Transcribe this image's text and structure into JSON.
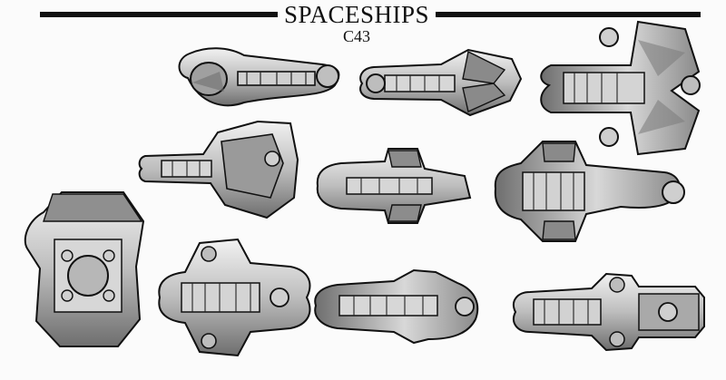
{
  "header": {
    "title": "SPACESHIPS",
    "code": "C43"
  },
  "models": [
    {
      "name": "ship-1"
    },
    {
      "name": "ship-2"
    },
    {
      "name": "ship-3"
    },
    {
      "name": "ship-4"
    },
    {
      "name": "ship-5"
    },
    {
      "name": "ship-6"
    },
    {
      "name": "ship-7"
    },
    {
      "name": "ship-8"
    },
    {
      "name": "ship-9"
    },
    {
      "name": "ship-10"
    }
  ],
  "colors": {
    "ink": "#111111",
    "metal_light": "#d7d7d7",
    "metal_mid": "#a7a7a7",
    "metal_dark": "#4f4f4f",
    "background": "#fbfbfb"
  }
}
